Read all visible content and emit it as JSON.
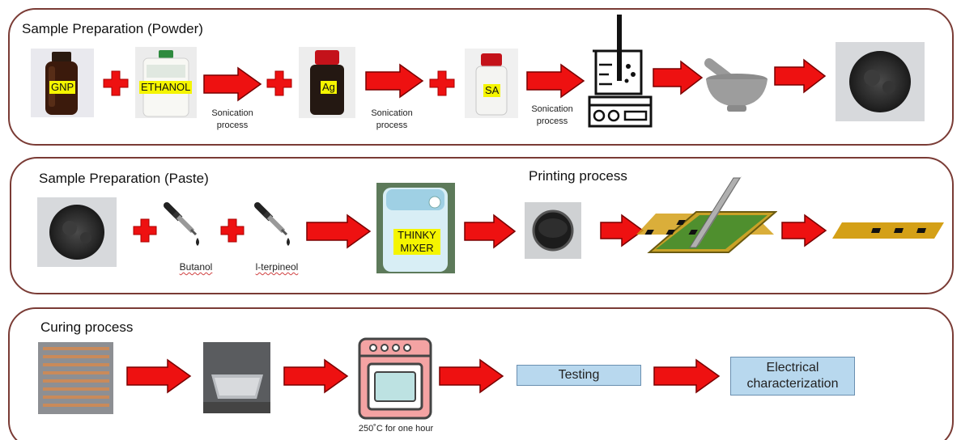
{
  "panels": {
    "powder": {
      "title": "Sample Preparation (Powder)",
      "labels": {
        "gnp": "GNP",
        "ethanol": "ETHANOL",
        "ag": "Ag",
        "sa": "SA"
      },
      "captions": [
        "Sonication\nprocess",
        "Sonication\nprocess",
        "Sonication\nprocess"
      ]
    },
    "paste": {
      "title": "Sample Preparation (Paste)",
      "printing_title": "Printing process",
      "butanol": "Butanol",
      "terpineol": "l-terpineol",
      "mixer_label": "THINKY\nMIXER"
    },
    "curing": {
      "title": "Curing process",
      "oven_caption": "250˚C for one hour",
      "testing": "Testing",
      "electrical": "Electrical\ncharacterization"
    }
  },
  "colors": {
    "arrow": "#ee1111",
    "panel_border": "#7a3b35",
    "tag": "#f5f500",
    "box_fill": "#b8d8ee"
  }
}
